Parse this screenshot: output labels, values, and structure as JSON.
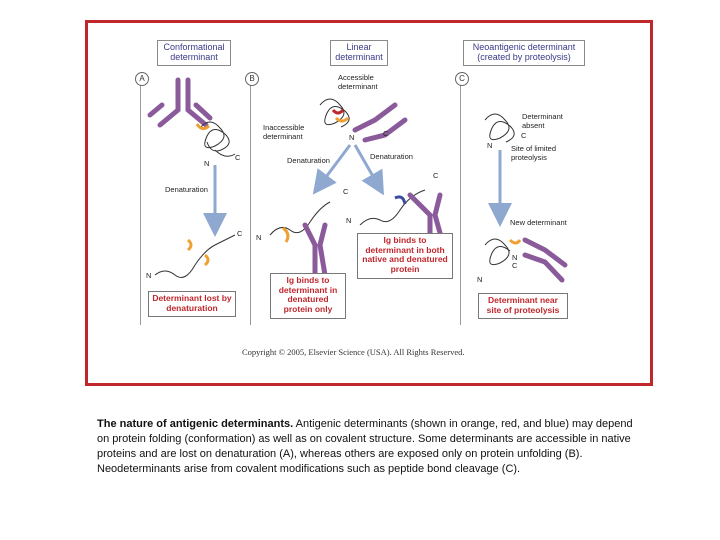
{
  "headers": {
    "conformational": "Conformational determinant",
    "linear": "Linear determinant",
    "neoantigenic": "Neoantigenic determinant (created by proteolysis)"
  },
  "panel_letters": [
    "A",
    "B",
    "C"
  ],
  "labels": {
    "a_n": "N",
    "a_c": "C",
    "a_denaturation": "Denaturation",
    "a_c2": "C",
    "a_n2": "N",
    "b_accessible": "Accessible determinant",
    "b_inaccessible": "Inaccessible determinant",
    "b_n": "N",
    "b_c": "C",
    "b_denaturation_left": "Denaturation",
    "b_denaturation_right": "Denaturation",
    "b_c2": "C",
    "b_c3": "C",
    "b_n2": "N",
    "b_n3": "N",
    "c_absent": "Determinant absent",
    "c_c": "C",
    "c_n": "N",
    "c_site": "Site of limited proteolysis",
    "c_new": "New determinant",
    "c_c2": "C",
    "c_n2": "N",
    "c_n3": "N"
  },
  "result_boxes": {
    "lost": "Determinant lost by denaturation",
    "denatured_only": "Ig binds to determinant in denatured protein only",
    "both": "Ig binds to determinant in both native and denatured protein",
    "near_site": "Determinant near site of proteolysis"
  },
  "copyright": "Copyright © 2005, Elsevier Science (USA). All Rights Reserved.",
  "caption": {
    "title": "The nature of antigenic determinants.",
    "text": " Antigenic determinants (shown in orange, red, and blue) may depend on protein folding (conformation) as well as on covalent structure. Some determinants are accessible in native proteins and are lost on denaturation (A), whereas others are exposed only on protein unfolding (B). Neodeterminants arise from covalent modifications such as peptide bond cleavage (C)."
  },
  "colors": {
    "frame": "#c0272d",
    "antibody": "#8a5a9a",
    "orange": "#f0a030",
    "blue": "#3a4aa0",
    "arrow": "#8fa8d0"
  }
}
